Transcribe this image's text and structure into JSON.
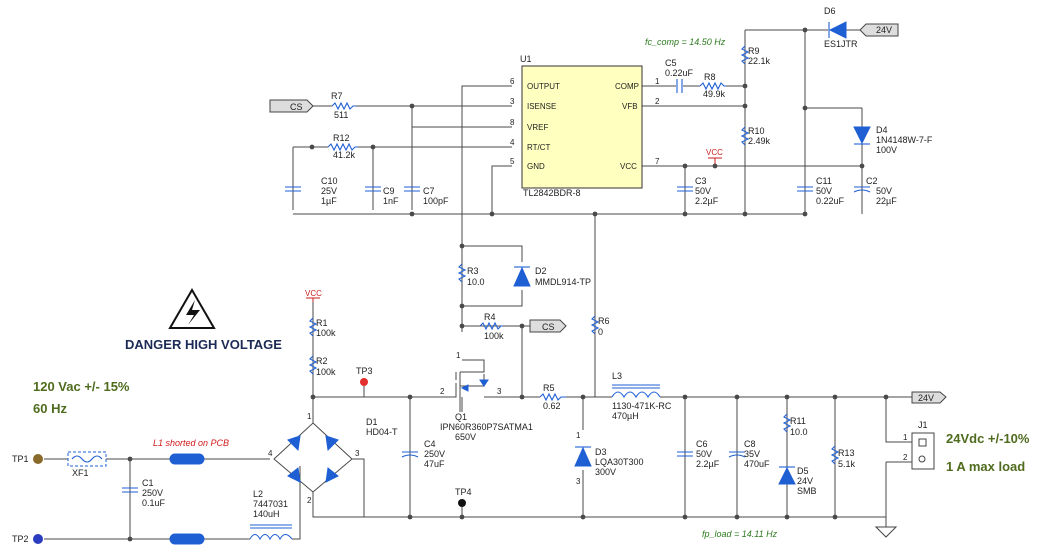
{
  "warning": {
    "text": "DANGER HIGH VOLTAGE",
    "icon": "high-voltage-icon"
  },
  "input_spec": {
    "voltage": "120 Vac +/- 15%",
    "frequency": "60 Hz"
  },
  "output_spec": {
    "voltage": "24Vdc +/-10%",
    "current": "1 A max load"
  },
  "notes": {
    "l1": "L1 shorted on PCB",
    "fc_comp": "fc_comp = 14.50 Hz",
    "fp_load": "fp_load = 14.11 Hz"
  },
  "testpoints": {
    "tp1": "TP1",
    "tp2": "TP2",
    "tp3": "TP3",
    "tp4": "TP4"
  },
  "nets": {
    "cs1": "CS",
    "cs2": "CS",
    "v24a": "24V",
    "v24b": "24V",
    "vcc1": "VCC",
    "vcc2": "VCC"
  },
  "ic": {
    "ref": "U1",
    "part": "TL2842BDR-8",
    "pins": {
      "output": {
        "name": "OUTPUT",
        "num": "6"
      },
      "isense": {
        "name": "ISENSE",
        "num": "3"
      },
      "vref": {
        "name": "VREF",
        "num": "8"
      },
      "rtct": {
        "name": "RT/CT",
        "num": "4"
      },
      "gnd": {
        "name": "GND",
        "num": "5"
      },
      "comp": {
        "name": "COMP",
        "num": "1"
      },
      "vfb": {
        "name": "VFB",
        "num": "2"
      },
      "vcc": {
        "name": "VCC",
        "num": "7"
      }
    }
  },
  "parts": {
    "r7": {
      "ref": "R7",
      "val": "511"
    },
    "r12": {
      "ref": "R12",
      "val": "41.2k"
    },
    "c10": {
      "ref": "C10",
      "val": "25V",
      "val2": "1µF"
    },
    "c9": {
      "ref": "C9",
      "val": "1nF"
    },
    "c7": {
      "ref": "C7",
      "val": "100pF"
    },
    "c5": {
      "ref": "C5",
      "val": "0.22uF"
    },
    "r8": {
      "ref": "R8",
      "val": "49.9k"
    },
    "r9": {
      "ref": "R9",
      "val": "22.1k"
    },
    "r10": {
      "ref": "R10",
      "val": "2.49k"
    },
    "d6": {
      "ref": "D6",
      "val": "ES1JTR"
    },
    "d4": {
      "ref": "D4",
      "val": "1N4148W-7-F",
      "val2": "100V"
    },
    "c3": {
      "ref": "C3",
      "val": "50V",
      "val2": "2.2µF"
    },
    "c11": {
      "ref": "C11",
      "val": "50V",
      "val2": "0.22uF"
    },
    "c2": {
      "ref": "C2",
      "val": "50V",
      "val2": "22µF"
    },
    "r3": {
      "ref": "R3",
      "val": "10.0"
    },
    "d2": {
      "ref": "D2",
      "val": "MMDL914-TP"
    },
    "r4": {
      "ref": "R4",
      "val": "100k"
    },
    "r6": {
      "ref": "R6",
      "val": "0"
    },
    "r1": {
      "ref": "R1",
      "val": "100k"
    },
    "r2": {
      "ref": "R2",
      "val": "100k"
    },
    "q1": {
      "ref": "Q1",
      "val": "IPN60R360P7SATMA1",
      "val2": "650V"
    },
    "r5": {
      "ref": "R5",
      "val": "0.62"
    },
    "l3": {
      "ref": "L3",
      "val": "1130-471K-RC",
      "val2": "470µH"
    },
    "d1": {
      "ref": "D1",
      "val": "HD04-T"
    },
    "c4": {
      "ref": "C4",
      "val": "250V",
      "val2": "47uF"
    },
    "d3": {
      "ref": "D3",
      "val": "LQA30T300",
      "val2": "300V"
    },
    "c6": {
      "ref": "C6",
      "val": "50V",
      "val2": "2.2µF"
    },
    "c8": {
      "ref": "C8",
      "val": "35V",
      "val2": "470uF"
    },
    "r11": {
      "ref": "R11",
      "val": "10.0"
    },
    "d5": {
      "ref": "D5",
      "val": "24V",
      "val2": "SMB"
    },
    "r13": {
      "ref": "R13",
      "val": "5.1k"
    },
    "j1": {
      "ref": "J1",
      "pin1": "1",
      "pin2": "2"
    },
    "xf1": {
      "ref": "XF1"
    },
    "c1": {
      "ref": "C1",
      "val": "250V",
      "val2": "0.1uF"
    },
    "l1": {
      "ref": "L1"
    },
    "l2": {
      "ref": "L2",
      "val": "7447031",
      "val2": "140uH"
    }
  },
  "pin_numbers": {
    "d1_4": "4",
    "d1_3": "3",
    "d1_1": "1",
    "d1_2": "2",
    "q1_1": "1",
    "q1_2": "2",
    "q1_3": "3",
    "d3_1": "1",
    "d3_3": "3"
  },
  "colors": {
    "wire": "#4a4a4a",
    "part": "#1f5fd4",
    "note_green": "#2d7a1f",
    "note_red": "#d21a1a",
    "spec_text": "#4f6b1e",
    "vcc": "#c81e1e"
  }
}
